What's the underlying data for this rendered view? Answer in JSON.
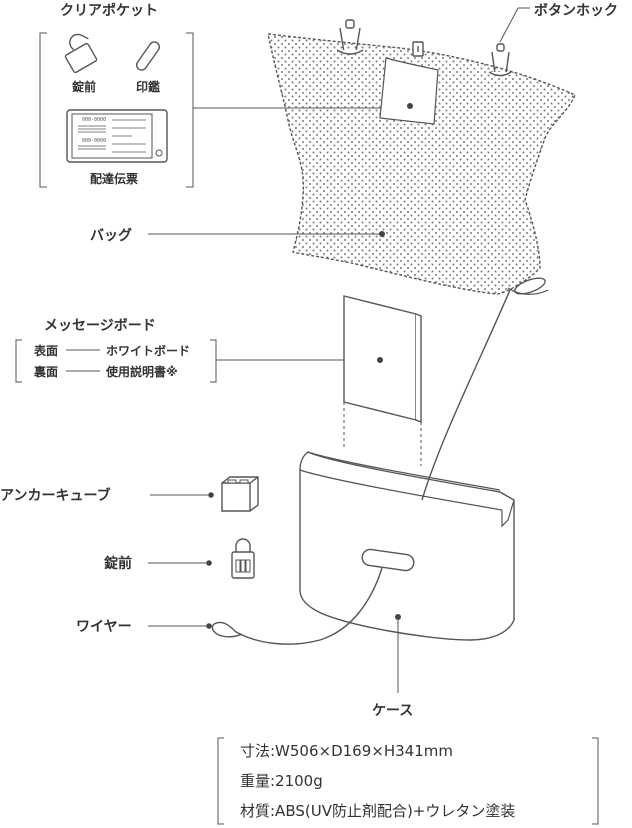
{
  "labels": {
    "clear_pocket": "クリアポケット",
    "padlock_small": "錠前",
    "seal": "印鑑",
    "delivery_slip": "配達伝票",
    "button_hook": "ボタンホック",
    "bag": "バッグ",
    "message_board": "メッセージボード",
    "board_front_side": "表面",
    "board_front_item": "ホワイトボード",
    "board_back_side": "裏面",
    "board_back_item": "使用説明書※",
    "anchor_cube": "アンカーキューブ",
    "padlock": "錠前",
    "wire": "ワイヤー",
    "case": "ケース"
  },
  "slip_text": {
    "line1": "000-0000",
    "line2": "000-0000"
  },
  "specs": [
    "寸法:W506×D169×H341mm",
    "重量:2100g",
    "材質:ABS(UV防止剤配合)+ウレタン塗装"
  ],
  "colors": {
    "line": "#555555",
    "dots": "#7a7a7a",
    "text": "#333333"
  }
}
